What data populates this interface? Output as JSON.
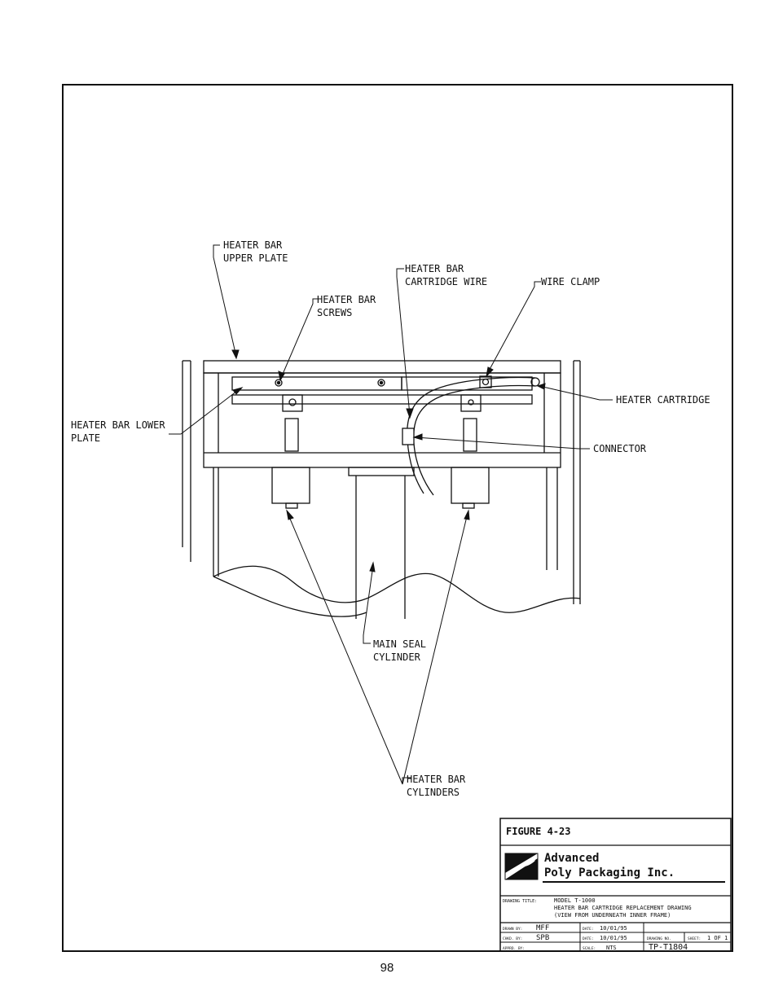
{
  "labels": {
    "upper_plate": [
      "HEATER BAR",
      "UPPER PLATE"
    ],
    "cartridge_wire": [
      "HEATER BAR",
      "CARTRIDGE WIRE"
    ],
    "wire_clamp": "WIRE CLAMP",
    "screws": [
      "HEATER BAR",
      "SCREWS"
    ],
    "heater_cartridge": "HEATER CARTRIDGE",
    "lower_plate": [
      "HEATER BAR LOWER",
      "PLATE"
    ],
    "connector": "CONNECTOR",
    "main_seal": [
      "MAIN SEAL",
      "CYLINDER"
    ],
    "cylinders": [
      "HEATER BAR",
      "CYLINDERS"
    ]
  },
  "title_block": {
    "figure": "FIGURE   4-23",
    "company_line1": "Advanced",
    "company_line2": "Poly  Packaging  Inc.",
    "drawing_title_label": "DRAWING TITLE:",
    "drawing_title": [
      "MODEL T-1000",
      "HEATER BAR CARTRIDGE REPLACEMENT DRAWING",
      "(VIEW FROM UNDERNEATH INNER FRAME)"
    ],
    "drawn_by_label": "DRAWN BY:",
    "drawn_by": "MFF",
    "checked_by_label": "CHKD. BY:",
    "checked_by": "SPB",
    "approved_label": "APPRD. BY:",
    "date_label": "DATE:",
    "date_drawn": "10/01/95",
    "date_checked": "10/01/95",
    "scale_label": "SCALE:",
    "scale": "NTS",
    "drawing_no_label": "DRAWING NO.",
    "sheet_label": "SHEET:",
    "sheet": "1 OF 1",
    "drawing_no": "TP-T1804"
  },
  "page_number": "98"
}
